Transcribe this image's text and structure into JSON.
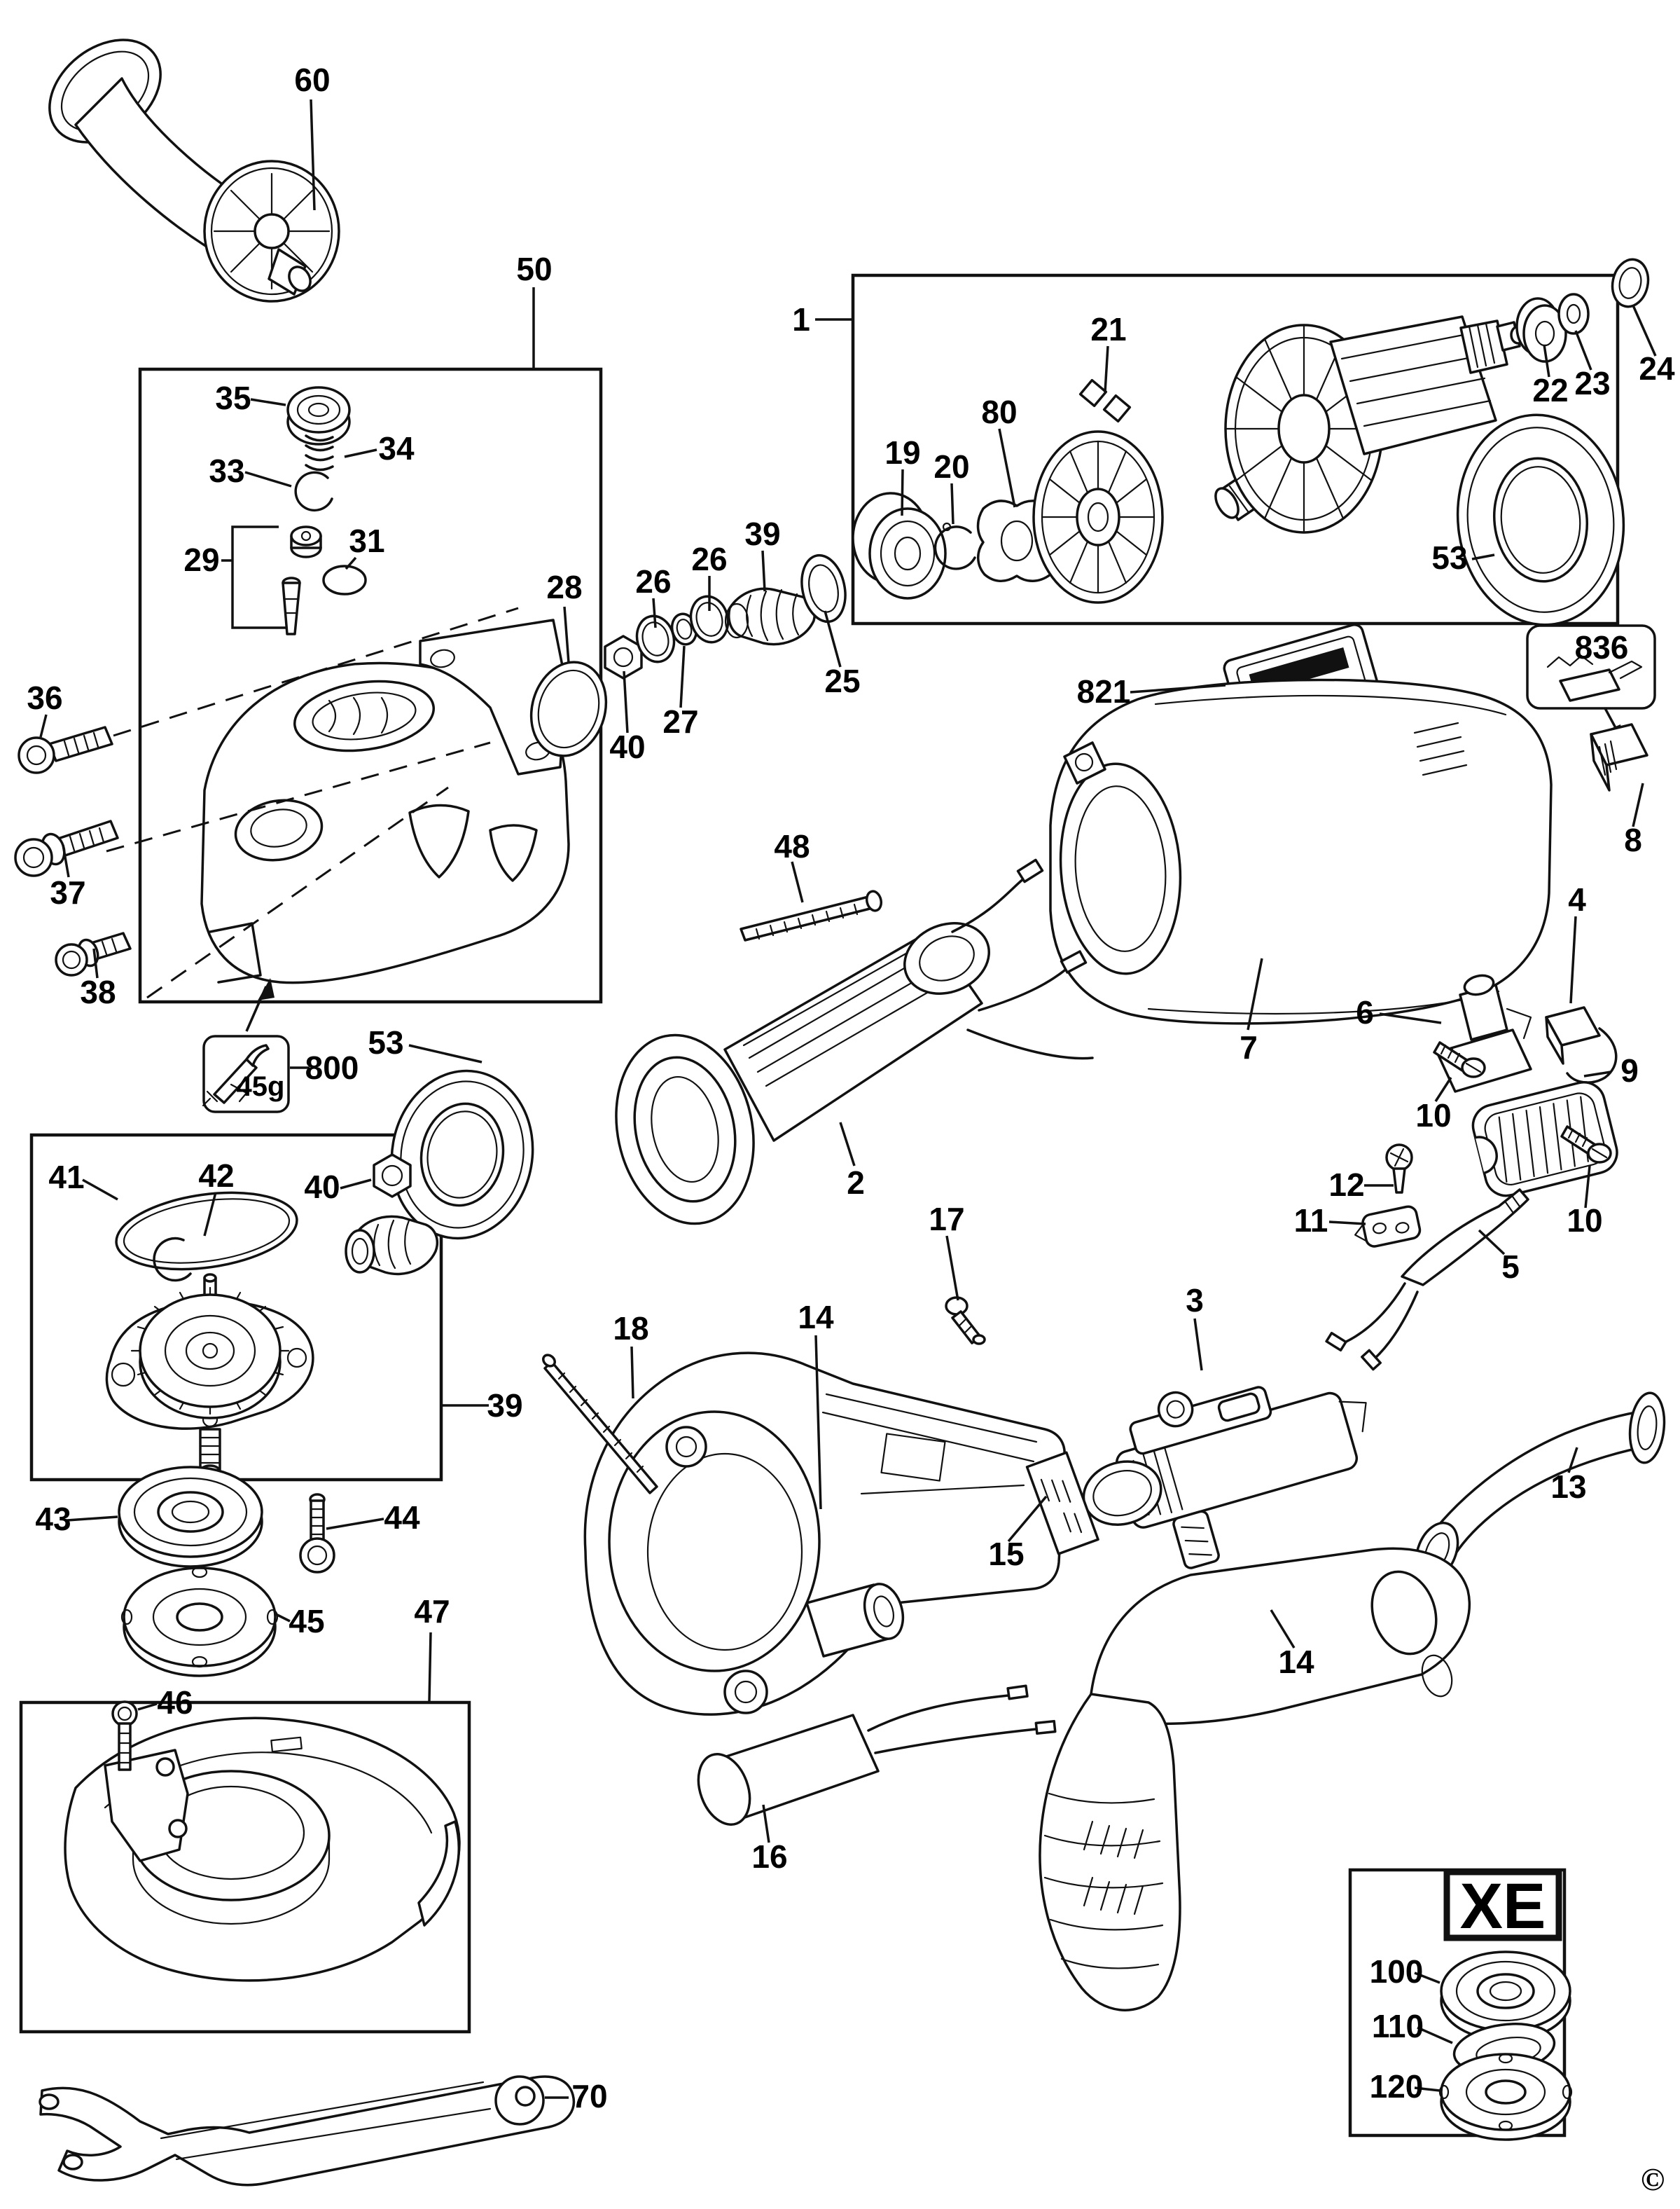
{
  "callouts": {
    "n1": "1",
    "n2": "2",
    "n3": "3",
    "n4": "4",
    "n5": "5",
    "n6": "6",
    "n7": "7",
    "n8": "8",
    "n9": "9",
    "n10a": "10",
    "n10b": "10",
    "n11": "11",
    "n12": "12",
    "n13": "13",
    "n14a": "14",
    "n14b": "14",
    "n15": "15",
    "n16": "16",
    "n17": "17",
    "n18": "18",
    "n19": "19",
    "n20": "20",
    "n21": "21",
    "n22": "22",
    "n23": "23",
    "n24": "24",
    "n25": "25",
    "n26a": "26",
    "n26b": "26",
    "n27": "27",
    "n28": "28",
    "n29": "29",
    "n31": "31",
    "n33": "33",
    "n34": "34",
    "n35": "35",
    "n36": "36",
    "n37": "37",
    "n38": "38",
    "n39a": "39",
    "n39b": "39",
    "n40a": "40",
    "n40b": "40",
    "n41": "41",
    "n42": "42",
    "n43": "43",
    "n44": "44",
    "n45": "45",
    "n46": "46",
    "n47": "47",
    "n48": "48",
    "n50": "50",
    "n53a": "53",
    "n53b": "53",
    "n60": "60",
    "n70": "70",
    "n80": "80",
    "n100": "100",
    "n110": "110",
    "n120": "120",
    "n800": "800",
    "n821": "821",
    "n836": "836"
  },
  "annotations": {
    "grease_quantity": "45g",
    "variant_marking": "XE",
    "copyright": "©"
  }
}
